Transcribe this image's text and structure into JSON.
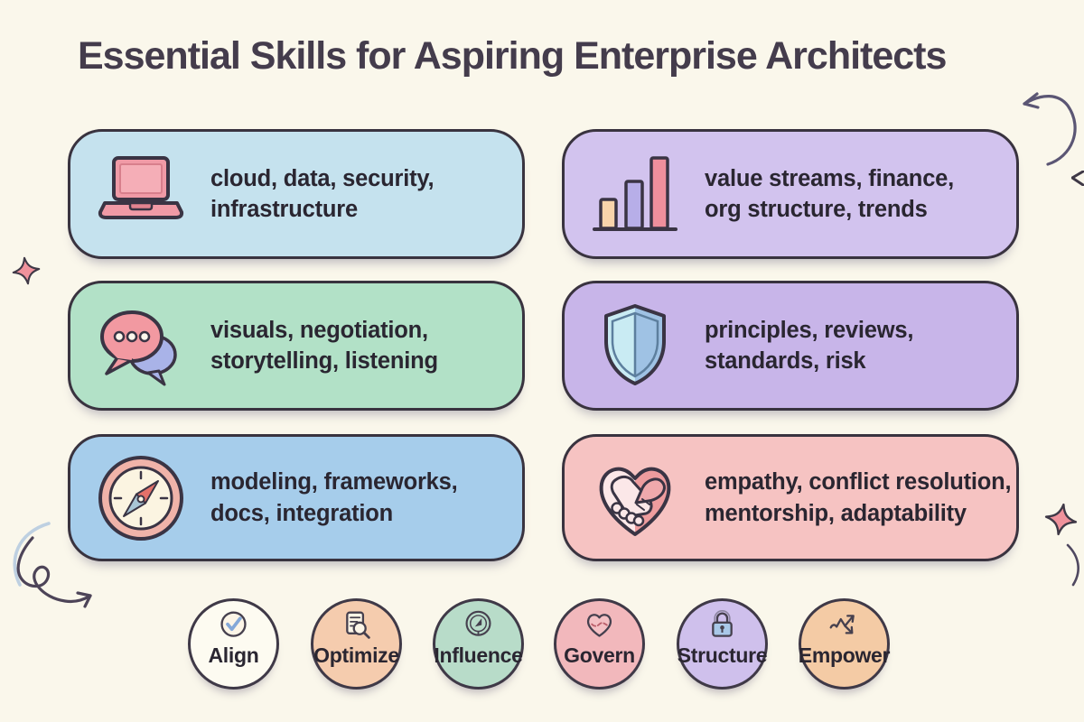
{
  "title": "Essential Skills for Aspiring Enterprise Architects",
  "colors": {
    "background": "#faf7eb",
    "outline": "#39333f",
    "title_text": "#443c4c",
    "body_text": "#2a2631",
    "sparkle_pink": "#f0929c"
  },
  "cards": [
    {
      "icon": "laptop-icon",
      "text": "cloud, data, security, infrastructure",
      "bg": "#c5e2ee"
    },
    {
      "icon": "bar-chart-icon",
      "text": "value streams, finance, org structure, trends",
      "bg": "#d2c3ee"
    },
    {
      "icon": "chat-bubbles-icon",
      "text": "visuals, negotiation, storytelling, listening",
      "bg": "#b2e1c7"
    },
    {
      "icon": "shield-icon",
      "text": "principles, reviews, standards, risk",
      "bg": "#c8b5e9"
    },
    {
      "icon": "compass-icon",
      "text": "modeling, frameworks, docs, integration",
      "bg": "#a6cdeb"
    },
    {
      "icon": "handshake-heart-icon",
      "text": "empathy, conflict resolution, mentorship, adaptability",
      "bg": "#f6c3c2"
    }
  ],
  "badges": [
    {
      "label": "Align",
      "icon": "check-circle-icon",
      "bg": "#fdfbf1"
    },
    {
      "label": "Optimize",
      "icon": "document-search-icon",
      "bg": "#f5ccae"
    },
    {
      "label": "Influence",
      "icon": "gauge-arrow-icon",
      "bg": "#b8dcc9"
    },
    {
      "label": "Govern",
      "icon": "heart-pulse-icon",
      "bg": "#f2b8bc"
    },
    {
      "label": "Structure",
      "icon": "lock-icon",
      "bg": "#cfc0ec"
    },
    {
      "label": "Empower",
      "icon": "trend-arrows-icon",
      "bg": "#f4cba5"
    }
  ],
  "decorations": [
    {
      "icon": "sparkle-icon",
      "position": "left"
    },
    {
      "icon": "sparkle-icon",
      "position": "right"
    },
    {
      "icon": "curved-arrow-icon",
      "position": "top-right"
    },
    {
      "icon": "small-arrowhead-icon",
      "position": "right-edge"
    },
    {
      "icon": "loop-arrow-icon",
      "position": "bottom-left"
    },
    {
      "icon": "small-curve-icon",
      "position": "bottom-right"
    }
  ]
}
